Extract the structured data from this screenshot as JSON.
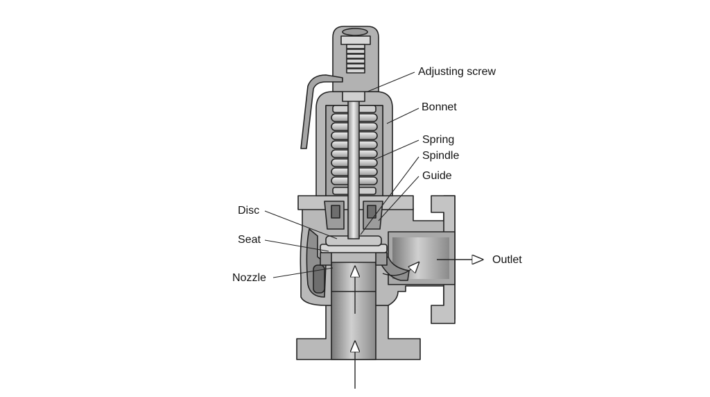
{
  "labels": {
    "adjusting_screw": "Adjusting screw",
    "bonnet": "Bonnet",
    "spring": "Spring",
    "spindle": "Spindle",
    "guide": "Guide",
    "disc": "Disc",
    "seat": "Seat",
    "nozzle": "Nozzle",
    "outlet": "Outlet"
  },
  "colors": {
    "metal_face": "#b9b9b9",
    "metal_light": "#d4d4d4",
    "metal_dark": "#8a8a8a",
    "cavity": "#9c9c9c",
    "outline": "#222222",
    "background": "#ffffff"
  }
}
